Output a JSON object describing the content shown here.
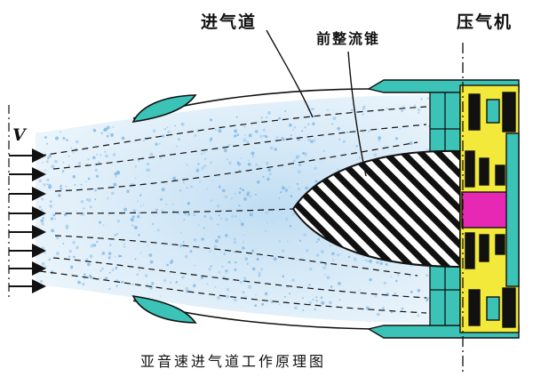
{
  "labels": {
    "inlet": "进气道",
    "cone": "前整流锥",
    "compressor": "压气机",
    "velocity": "V"
  },
  "caption": "亚音速进气道工作原理图",
  "colors": {
    "air": "#b9d9f0",
    "nacelle": "#3cc3b8",
    "compressor_yellow": "#f2e93a",
    "rotor_magenta": "#e628b4",
    "cone_hatch": "#111111",
    "outline": "#111111"
  },
  "icons": [
    "arrow-right-icon"
  ],
  "inflow_arrow_count": 8
}
